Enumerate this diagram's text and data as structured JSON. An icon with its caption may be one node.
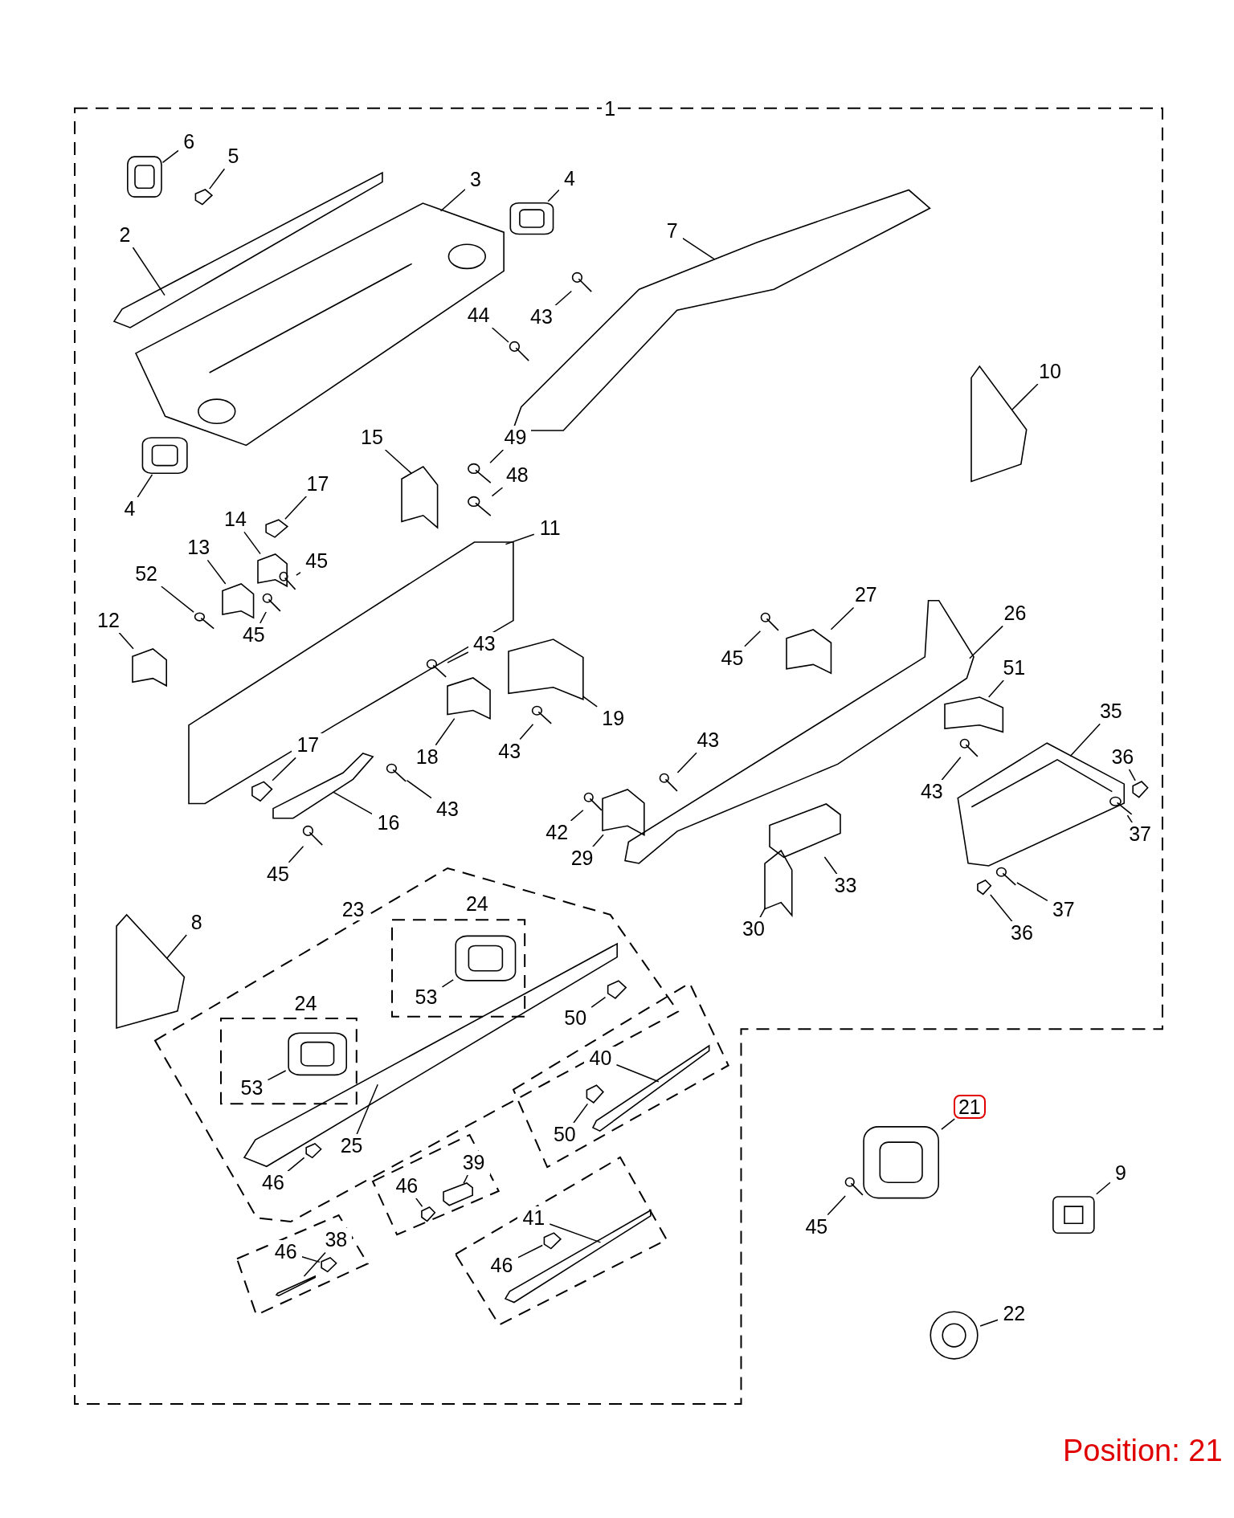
{
  "diagram": {
    "nodes": [
      {
        "text": [
          "1"
        ]
      },
      {
        "text": [
          "6"
        ],
        "in": 0
      },
      {
        "text": [],
        "shape": "picture",
        "in": 0
      },
      {
        "text": [
          "5"
        ],
        "in": 0
      },
      {
        "text": [],
        "shape": "picture",
        "in": 0
      },
      {
        "text": [
          "2"
        ],
        "in": 0
      },
      {
        "text": [],
        "shape": "picture",
        "in": 0
      },
      {
        "text": [
          "3"
        ],
        "in": 0
      },
      {
        "text": [],
        "shape": "picture",
        "in": 0
      },
      {
        "text": [
          "4"
        ],
        "in": 0
      },
      {
        "text": [],
        "shape": "picture",
        "in": 0
      },
      {
        "text": [
          "7"
        ],
        "in": 0
      },
      {
        "text": [],
        "shape": "picture",
        "in": 0
      },
      {
        "text": [
          "43"
        ],
        "in": 0
      },
      {
        "text": [],
        "shape": "picture",
        "in": 0
      },
      {
        "text": [
          "44"
        ],
        "in": 0
      },
      {
        "text": [],
        "shape": "picture",
        "in": 0
      },
      {
        "text": [
          "10"
        ],
        "in": 0
      },
      {
        "text": [],
        "shape": "picture",
        "in": 0
      },
      {
        "text": [
          "4"
        ],
        "in": 0
      },
      {
        "text": [],
        "shape": "picture",
        "in": 0
      },
      {
        "text": [
          "15"
        ],
        "in": 0
      },
      {
        "text": [],
        "shape": "picture",
        "in": 0
      },
      {
        "text": [
          "49"
        ],
        "in": 0
      },
      {
        "text": [],
        "shape": "picture",
        "in": 0
      },
      {
        "text": [
          "48"
        ],
        "in": 0
      },
      {
        "text": [],
        "shape": "picture",
        "in": 0
      },
      {
        "text": [
          "17"
        ],
        "in": 0
      },
      {
        "text": [],
        "shape": "picture",
        "in": 0
      },
      {
        "text": [
          "14"
        ],
        "in": 0
      },
      {
        "text": [],
        "shape": "picture",
        "in": 0
      },
      {
        "text": [
          "13"
        ],
        "in": 0
      },
      {
        "text": [],
        "shape": "picture",
        "in": 0
      },
      {
        "text": [
          "45"
        ],
        "in": 0
      },
      {
        "text": [],
        "shape": "picture",
        "in": 0
      },
      {
        "text": [
          "52"
        ],
        "in": 0
      },
      {
        "text": [],
        "shape": "picture",
        "in": 0
      },
      {
        "text": [
          "12"
        ],
        "in": 0
      },
      {
        "text": [],
        "shape": "picture",
        "in": 0
      },
      {
        "text": [
          "11"
        ],
        "in": 0
      },
      {
        "text": [],
        "shape": "picture",
        "in": 0
      },
      {
        "text": [
          "45"
        ],
        "in": 0
      },
      {
        "text": [],
        "shape": "picture",
        "in": 0
      },
      {
        "text": [
          "43"
        ],
        "in": 0
      },
      {
        "text": [],
        "shape": "picture",
        "in": 0
      },
      {
        "text": [
          "19"
        ],
        "in": 0
      },
      {
        "text": [],
        "shape": "picture",
        "in": 0
      },
      {
        "text": [
          "18"
        ],
        "in": 0
      },
      {
        "text": [],
        "shape": "picture",
        "in": 0
      },
      {
        "text": [
          "43"
        ],
        "in": 0
      },
      {
        "text": [],
        "shape": "picture",
        "in": 0
      },
      {
        "text": [
          "17"
        ],
        "in": 0
      },
      {
        "text": [],
        "shape": "picture",
        "in": 0
      },
      {
        "text": [
          "16"
        ],
        "in": 0
      },
      {
        "text": [],
        "shape": "picture",
        "in": 0
      },
      {
        "text": [
          "43"
        ],
        "in": 0
      },
      {
        "text": [],
        "shape": "picture",
        "in": 0
      },
      {
        "text": [
          "45"
        ],
        "in": 0
      },
      {
        "text": [],
        "shape": "picture",
        "in": 0
      },
      {
        "text": [
          "27"
        ],
        "in": 0
      },
      {
        "text": [],
        "shape": "picture",
        "in": 0
      },
      {
        "text": [
          "45"
        ],
        "in": 0
      },
      {
        "text": [],
        "shape": "picture",
        "in": 0
      },
      {
        "text": [
          "26"
        ],
        "in": 0
      },
      {
        "text": [],
        "shape": "picture",
        "in": 0
      },
      {
        "text": [
          "51"
        ],
        "in": 0
      },
      {
        "text": [],
        "shape": "picture",
        "in": 0
      },
      {
        "text": [
          "35"
        ],
        "in": 0
      },
      {
        "text": [],
        "shape": "picture",
        "in": 0
      },
      {
        "text": [
          "36"
        ],
        "in": 0
      },
      {
        "text": [],
        "shape": "picture",
        "in": 0
      },
      {
        "text": [
          "37"
        ],
        "in": 0
      },
      {
        "text": [],
        "shape": "picture",
        "in": 0
      },
      {
        "text": [
          "43"
        ],
        "in": 0
      },
      {
        "text": [],
        "shape": "picture",
        "in": 0
      },
      {
        "text": [
          "43"
        ],
        "in": 0
      },
      {
        "text": [],
        "shape": "picture",
        "in": 0
      },
      {
        "text": [
          "42"
        ],
        "in": 0
      },
      {
        "text": [],
        "shape": "picture",
        "in": 0
      },
      {
        "text": [
          "29"
        ],
        "in": 0
      },
      {
        "text": [],
        "shape": "picture",
        "in": 0
      },
      {
        "text": [
          "30"
        ],
        "in": 0
      },
      {
        "text": [],
        "shape": "picture",
        "in": 0
      },
      {
        "text": [
          "33"
        ],
        "in": 0
      },
      {
        "text": [],
        "shape": "picture",
        "in": 0
      },
      {
        "text": [
          "37"
        ],
        "in": 0
      },
      {
        "text": [],
        "shape": "picture",
        "in": 0
      },
      {
        "text": [
          "36"
        ],
        "in": 0
      },
      {
        "text": [],
        "shape": "picture",
        "in": 0
      },
      {
        "text": [
          "8"
        ],
        "in": 0
      },
      {
        "text": [],
        "shape": "picture",
        "in": 0
      },
      {
        "text": [
          "23"
        ],
        "in": 0
      },
      {
        "text": [
          "24"
        ],
        "in": 91
      },
      {
        "text": [
          "53"
        ],
        "in": 92
      },
      {
        "text": [],
        "shape": "picture",
        "in": 92
      },
      {
        "text": [
          "24"
        ],
        "in": 91
      },
      {
        "text": [
          "53"
        ],
        "in": 95
      },
      {
        "text": [],
        "shape": "picture",
        "in": 95
      },
      {
        "text": [
          "25"
        ],
        "in": 91
      },
      {
        "text": [],
        "shape": "picture",
        "in": 91
      },
      {
        "text": [
          "50"
        ],
        "in": 91
      },
      {
        "text": [],
        "shape": "picture",
        "in": 91
      },
      {
        "text": [],
        "shape": "box",
        "in": 0
      },
      {
        "text": [
          "40"
        ],
        "in": 102
      },
      {
        "text": [],
        "shape": "picture",
        "in": 102
      },
      {
        "text": [
          "50"
        ],
        "in": 102
      },
      {
        "text": [],
        "shape": "picture",
        "in": 102
      },
      {
        "text": [
          "46"
        ],
        "in": 91
      },
      {
        "text": [],
        "shape": "picture",
        "in": 91
      },
      {
        "text": [],
        "shape": "box",
        "in": 0
      },
      {
        "text": [
          "39"
        ],
        "in": 109
      },
      {
        "text": [],
        "shape": "picture",
        "in": 109
      },
      {
        "text": [
          "46"
        ],
        "in": 109
      },
      {
        "text": [],
        "shape": "picture",
        "in": 109
      },
      {
        "text": [],
        "shape": "box",
        "in": 0
      },
      {
        "text": [
          "38"
        ],
        "in": 114
      },
      {
        "text": [],
        "shape": "picture",
        "in": 114
      },
      {
        "text": [
          "46"
        ],
        "in": 114
      },
      {
        "text": [],
        "shape": "picture",
        "in": 114
      },
      {
        "text": [],
        "shape": "box",
        "in": 0
      },
      {
        "text": [
          "41"
        ],
        "in": 119
      },
      {
        "text": [],
        "shape": "picture",
        "in": 119
      },
      {
        "text": [
          "46"
        ],
        "in": 119
      },
      {
        "text": [],
        "shape": "picture",
        "in": 119
      },
      {
        "text": [
          "21"
        ]
      },
      {
        "text": [],
        "shape": "picture"
      },
      {
        "text": [
          "45"
        ]
      },
      {
        "text": [],
        "shape": "picture"
      },
      {
        "text": [
          "9"
        ]
      },
      {
        "text": [],
        "shape": "picture"
      },
      {
        "text": [
          "22"
        ]
      },
      {
        "text": [],
        "shape": "picture"
      }
    ],
    "edges": [
      {
        "from": 1,
        "to": 2,
        "arrow": "none"
      },
      {
        "from": 3,
        "to": 4,
        "arrow": "none"
      },
      {
        "from": 5,
        "to": 6,
        "arrow": "none"
      },
      {
        "from": 7,
        "to": 8,
        "arrow": "none"
      },
      {
        "from": 9,
        "to": 10,
        "arrow": "none"
      },
      {
        "from": 11,
        "to": 12,
        "arrow": "none"
      },
      {
        "from": 13,
        "to": 14,
        "arrow": "none"
      },
      {
        "from": 15,
        "to": 16,
        "arrow": "none"
      },
      {
        "from": 17,
        "to": 18,
        "arrow": "none"
      },
      {
        "from": 19,
        "to": 20,
        "arrow": "none"
      },
      {
        "from": 21,
        "to": 22,
        "arrow": "none"
      },
      {
        "from": 23,
        "to": 24,
        "arrow": "none"
      },
      {
        "from": 25,
        "to": 26,
        "arrow": "none"
      },
      {
        "from": 27,
        "to": 28,
        "arrow": "none"
      },
      {
        "from": 29,
        "to": 30,
        "arrow": "none"
      },
      {
        "from": 31,
        "to": 32,
        "arrow": "none"
      },
      {
        "from": 33,
        "to": 34,
        "arrow": "none"
      },
      {
        "from": 35,
        "to": 36,
        "arrow": "none"
      },
      {
        "from": 37,
        "to": 38,
        "arrow": "none"
      },
      {
        "from": 39,
        "to": 40,
        "arrow": "none"
      },
      {
        "from": 41,
        "to": 42,
        "arrow": "none"
      },
      {
        "from": 43,
        "to": 44,
        "arrow": "none"
      },
      {
        "from": 45,
        "to": 46,
        "arrow": "none"
      },
      {
        "from": 47,
        "to": 48,
        "arrow": "none"
      },
      {
        "from": 49,
        "to": 50,
        "arrow": "none"
      },
      {
        "from": 51,
        "to": 52,
        "arrow": "none"
      },
      {
        "from": 53,
        "to": 54,
        "arrow": "none"
      },
      {
        "from": 55,
        "to": 56,
        "arrow": "none"
      },
      {
        "from": 57,
        "to": 58,
        "arrow": "none"
      },
      {
        "from": 59,
        "to": 60,
        "arrow": "none"
      },
      {
        "from": 61,
        "to": 62,
        "arrow": "none"
      },
      {
        "from": 63,
        "to": 64,
        "arrow": "none"
      },
      {
        "from": 65,
        "to": 66,
        "arrow": "none"
      },
      {
        "from": 67,
        "to": 68,
        "arrow": "none"
      },
      {
        "from": 69,
        "to": 70,
        "arrow": "none"
      },
      {
        "from": 71,
        "to": 72,
        "arrow": "none"
      },
      {
        "from": 73,
        "to": 74,
        "arrow": "none"
      },
      {
        "from": 75,
        "to": 76,
        "arrow": "none"
      },
      {
        "from": 77,
        "to": 78,
        "arrow": "none"
      },
      {
        "from": 79,
        "to": 80,
        "arrow": "none"
      },
      {
        "from": 81,
        "to": 82,
        "arrow": "none"
      },
      {
        "from": 83,
        "to": 84,
        "arrow": "none"
      },
      {
        "from": 85,
        "to": 86,
        "arrow": "none"
      },
      {
        "from": 87,
        "to": 88,
        "arrow": "none"
      },
      {
        "from": 89,
        "to": 90,
        "arrow": "none"
      },
      {
        "from": 93,
        "to": 94,
        "arrow": "none"
      },
      {
        "from": 96,
        "to": 97,
        "arrow": "none"
      },
      {
        "from": 98,
        "to": 99,
        "arrow": "none"
      },
      {
        "from": 100,
        "to": 101,
        "arrow": "none"
      },
      {
        "from": 103,
        "to": 104,
        "arrow": "none"
      },
      {
        "from": 105,
        "to": 106,
        "arrow": "none"
      },
      {
        "from": 107,
        "to": 108,
        "arrow": "none"
      },
      {
        "from": 110,
        "to": 111,
        "arrow": "none"
      },
      {
        "from": 112,
        "to": 113,
        "arrow": "none"
      },
      {
        "from": 115,
        "to": 116,
        "arrow": "none"
      },
      {
        "from": 117,
        "to": 118,
        "arrow": "none"
      },
      {
        "from": 120,
        "to": 121,
        "arrow": "none"
      },
      {
        "from": 122,
        "to": 123,
        "arrow": "none"
      },
      {
        "from": 124,
        "to": 125,
        "arrow": "none"
      },
      {
        "from": 126,
        "to": 127,
        "arrow": "none"
      },
      {
        "from": 128,
        "to": 129,
        "arrow": "none"
      },
      {
        "from": 130,
        "to": 131,
        "arrow": "none"
      }
    ],
    "labels": [
      "Position: 21"
    ]
  }
}
